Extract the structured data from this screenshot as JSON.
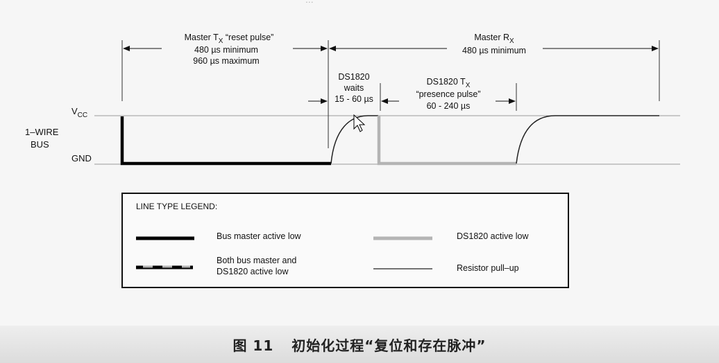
{
  "top_cut_text": "...",
  "annotations": {
    "master_tx": {
      "line1": "Master T",
      "sub": "X",
      "line1_suffix": " “reset pulse”",
      "line2": "480 µs minimum",
      "line3": "960 µs maximum"
    },
    "master_rx": {
      "line1": "Master R",
      "sub": "X",
      "line2": "480 µs minimum"
    },
    "ds_waits": {
      "line1": "DS1820",
      "line2": "waits",
      "line3": "15 - 60 µs"
    },
    "ds_tx": {
      "line1": "DS1820 T",
      "sub": "X",
      "line2": "“presence pulse”",
      "line3": "60 - 240 µs"
    }
  },
  "rails": {
    "vcc": {
      "main": "V",
      "sub": "CC"
    },
    "gnd": "GND"
  },
  "bus_label": {
    "line1": "1–WIRE",
    "line2": "BUS"
  },
  "legend": {
    "title": "LINE TYPE LEGEND:",
    "bus_master": "Bus master active low",
    "ds_active": "DS1820 active low",
    "both_line1": "Both bus master and",
    "both_line2": "DS1820 active low",
    "pullup": "Resistor pull–up"
  },
  "caption": {
    "figure": "图 11",
    "title": "初始化过程“复位和存在脉冲”"
  },
  "colors": {
    "master_line": "#000000",
    "ds_line": "#b4b4b4",
    "pullup_line": "#222222",
    "rail": "#9a9a9a"
  }
}
